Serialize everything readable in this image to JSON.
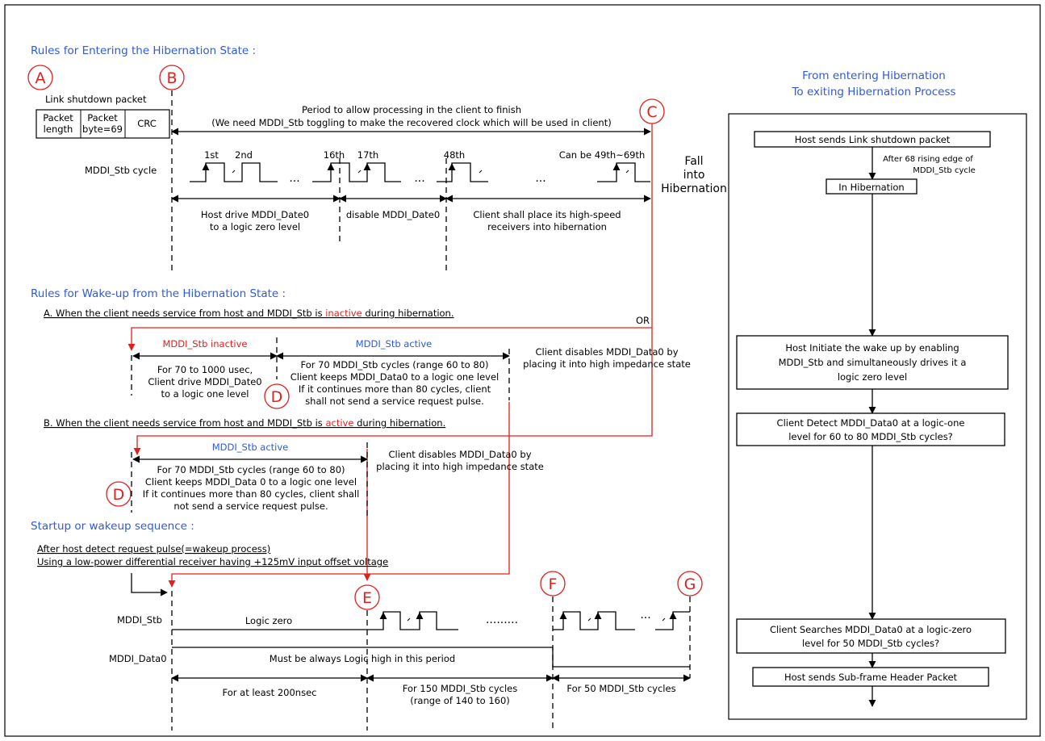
{
  "headers": {
    "entering": "Rules for Entering the Hibernation State :",
    "wakeup": "Rules for Wake-up from the Hibernation State :",
    "startup": "Startup or wakeup sequence :"
  },
  "letters": {
    "a": "A",
    "b": "B",
    "c": "C",
    "d1": "D",
    "d2": "D",
    "e": "E",
    "f": "F",
    "g": "G"
  },
  "packet": {
    "title": "Link shutdown packet",
    "f1a": "Packet",
    "f1b": "length",
    "f2a": "Packet",
    "f2b": "byte=69",
    "f3": "CRC"
  },
  "period": {
    "l1": "Period to allow processing in the client to finish",
    "l2": "(We need MDDI_Stb toggling to make the recovered clock which will be used in client)"
  },
  "cycles": {
    "label": "MDDI_Stb cycle",
    "c1": "1st",
    "c2": "2nd",
    "c16": "16th",
    "c17": "17th",
    "c48": "48th",
    "clast": "Can be 49th~69th",
    "dots1": "...",
    "dots2": "...",
    "dots3": "..."
  },
  "fall": {
    "l1": "Fall",
    "l2": "into",
    "l3": "Hibernation"
  },
  "phases": {
    "p1a": "Host drive MDDI_Date0",
    "p1b": "to a logic zero level",
    "p2": "disable MDDI_Date0",
    "p3a": "Client shall place its high-speed",
    "p3b": "receivers into hibernation"
  },
  "caseA": {
    "pre": "A. When the client needs service from host and MDDI_Stb is ",
    "kw": "inactive",
    "post": " during hibernation.",
    "or": "OR",
    "inactive": "MDDI_Stb inactive",
    "active": "MDDI_Stb active",
    "i1": "For 70 to 1000 usec,",
    "i2": "Client drive MDDI_Date0",
    "i3": "to a logic one level",
    "a1": "For 70 MDDI_Stb cycles (range 60 to 80)",
    "a2": "Client keeps MDDI_Data0 to a logic one level",
    "a3": "If it continues more than 80 cycles, client",
    "a4": "shall not send a service request pulse.",
    "d1": "Client disables MDDI_Data0 by",
    "d2": "placing it into high impedance state"
  },
  "caseB": {
    "pre": "B. When the client needs service from host and MDDI_Stb is ",
    "kw": "active",
    "post": " during hibernation.",
    "active": "MDDI_Stb active",
    "a1": "For 70 MDDI_Stb cycles (range 60 to 80)",
    "a2": "Client keeps MDDI_Data 0 to a logic one level",
    "a3": "If it continues more than 80 cycles, client shall",
    "a4": "not send a service request pulse.",
    "d1": "Client disables MDDI_Data0 by",
    "d2": "placing it into high impedance state"
  },
  "startup": {
    "n1": "After host detect request pulse(=wakeup process)",
    "n2": "Using a low-power differential receiver having +125mV input offset voltage",
    "stb": "MDDI_Stb",
    "data0": "MDDI_Data0",
    "logic_zero": "Logic zero",
    "dots_long": "·········",
    "dots_short": "···",
    "must_high": "Must be always Logic high in this period",
    "t1": "For at least 200nsec",
    "t2a": "For 150 MDDI_Stb cycles",
    "t2b": "(range of 140 to 160)",
    "t3": "For 50 MDDI_Stb cycles"
  },
  "flow": {
    "title1": "From entering Hibernation",
    "title2": "To exiting Hibernation Process",
    "s1": "Host sends Link shutdown packet",
    "note1": "After 68 rising edge of",
    "note2": "MDDI_Stb cycle",
    "s2": "In Hibernation",
    "s3a": "Host Initiate the wake up by enabling",
    "s3b": "MDDI_Stb  and simultaneously drives it a",
    "s3c": "logic zero level",
    "s4a": "Client Detect MDDI_Data0 at a logic-one",
    "s4b": "level for 60 to 80 MDDI_Stb cycles?",
    "s5a": "Client Searches MDDI_Data0 at a logic-zero",
    "s5b": "level for 50 MDDI_Stb cycles?",
    "s6": "Host sends Sub-frame Header Packet"
  },
  "colors": {
    "accent_blue": "#2e5bd9",
    "accent_red": "#e0201c"
  }
}
